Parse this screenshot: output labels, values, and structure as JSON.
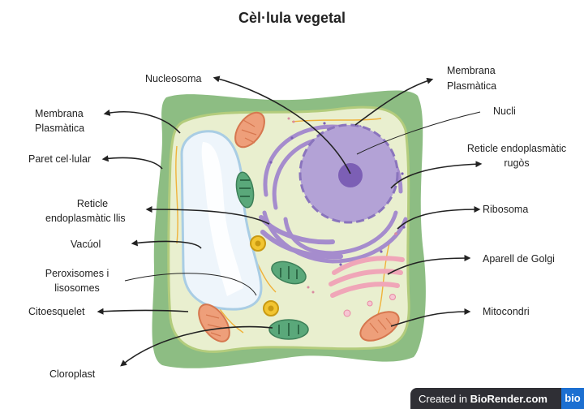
{
  "title": "Cèl·lula vegetal",
  "labels": {
    "nucleosoma": "Nucleosoma",
    "membrana_left_1": "Membrana",
    "membrana_left_2": "Plasmàtica",
    "paret": "Paret cel·lular",
    "reticle_llis_1": "Reticle",
    "reticle_llis_2": "endoplasmàtic llis",
    "vacuol": "Vacúol",
    "peroxisomes_1": "Peroxisomes i",
    "peroxisomes_2": "lisosomes",
    "citoesquelet": "Citoesquelet",
    "cloroplast": "Cloroplast",
    "membrana_right_1": "Membrana",
    "membrana_right_2": "Plasmàtica",
    "nucli": "Nucli",
    "reticle_rugos_1": "Reticle endoplasmàtic",
    "reticle_rugos_2": "rugòs",
    "ribosoma": "Ribosoma",
    "golgi": "Aparell de Golgi",
    "mitocondri": "Mitocondri"
  },
  "badge": {
    "prefix": "Created in ",
    "brand": "BioRender.com",
    "logo": "bio"
  },
  "colors": {
    "cell_wall": "#8dbd83",
    "cytoplasm": "#e9efcf",
    "membrane": "#b3cc7c",
    "vacuole": "#eef5fb",
    "nucleus": "#b3a2d6",
    "nucleolus": "#7c5fb5",
    "er": "#a58ccd",
    "golgi": "#f0a6b8",
    "mitochondria": "#ee9f7a",
    "chloroplast": "#5aa87a",
    "peroxisome": "#f2c531",
    "arrow": "#222222"
  }
}
